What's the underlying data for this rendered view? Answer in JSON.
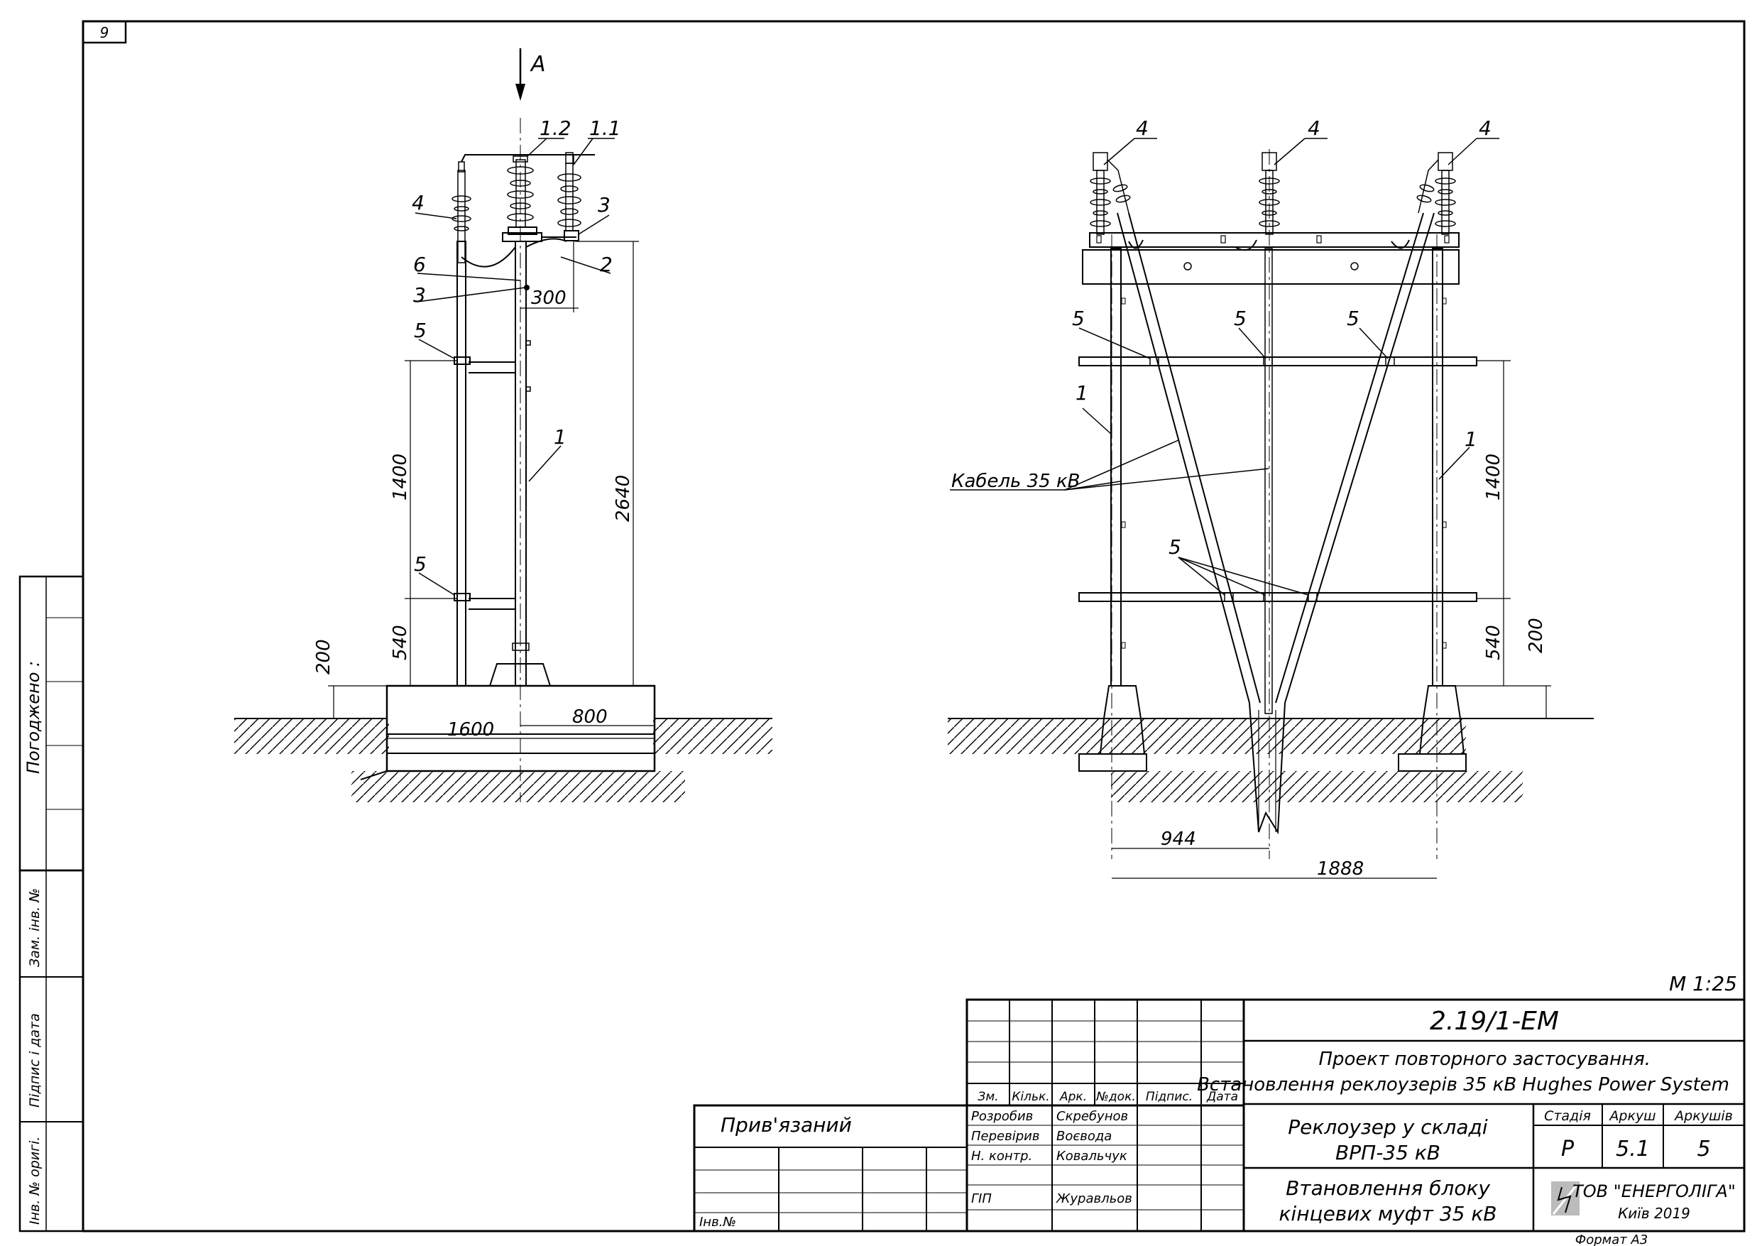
{
  "sheet": {
    "page_number": "9",
    "scale": "М 1:25",
    "format": "Формат А3"
  },
  "side_stamp": {
    "agreed": "Погоджено :",
    "replace_inv": "Зам. інв. №",
    "sign_date": "Підпис і дата",
    "inv_orig": "Інв. № оригі."
  },
  "left_view": {
    "view_arrow_label": "А",
    "callouts": [
      "1.2",
      "1.1",
      "4",
      "3",
      "6",
      "2",
      "3",
      "5",
      "1",
      "5"
    ],
    "dimensions": {
      "d300": "300",
      "d1400": "1400",
      "d2640": "2640",
      "d540": "540",
      "d200": "200",
      "d1600": "1600",
      "d800": "800"
    }
  },
  "right_view": {
    "callouts": [
      "4",
      "4",
      "4",
      "5",
      "5",
      "5",
      "1",
      "1",
      "5"
    ],
    "cable_label": "Кабель 35 кВ",
    "dimensions": {
      "d1400": "1400",
      "d540": "540",
      "d200": "200",
      "d944": "944",
      "d1888": "1888"
    }
  },
  "title_block": {
    "doc_code": "2.19/1-ЕМ",
    "project_line1": "Проект повторного застосування.",
    "project_line2": "Встановлення реклоузерів 35 кВ Hughes Power System",
    "header_cols": [
      "Зм.",
      "Кільк.",
      "Арк.",
      "№док.",
      "Підпис.",
      "Дата"
    ],
    "roles": [
      {
        "role": "Розробив",
        "name": "Скребунов"
      },
      {
        "role": "Перевірив",
        "name": "Воєвода"
      },
      {
        "role": "Н. контр.",
        "name": "Ковальчук"
      },
      {
        "role": "",
        "name": ""
      },
      {
        "role": "ГІП",
        "name": "Журавльов"
      }
    ],
    "object_line1": "Реклоузер у складі",
    "object_line2": "ВРП-35 кВ",
    "sheet_title_line1": "Втановлення блоку",
    "sheet_title_line2": "кінцевих муфт 35 кВ",
    "stage_label": "Стадія",
    "sheet_label": "Аркуш",
    "sheets_label": "Аркушів",
    "stage": "Р",
    "sheet": "5.1",
    "sheets": "5",
    "company": "ТОВ \"ЕНЕРГОЛІГА\"",
    "city_year": "Київ 2019",
    "bound": "Прив'язаний",
    "inv_no": "Інв.№"
  }
}
